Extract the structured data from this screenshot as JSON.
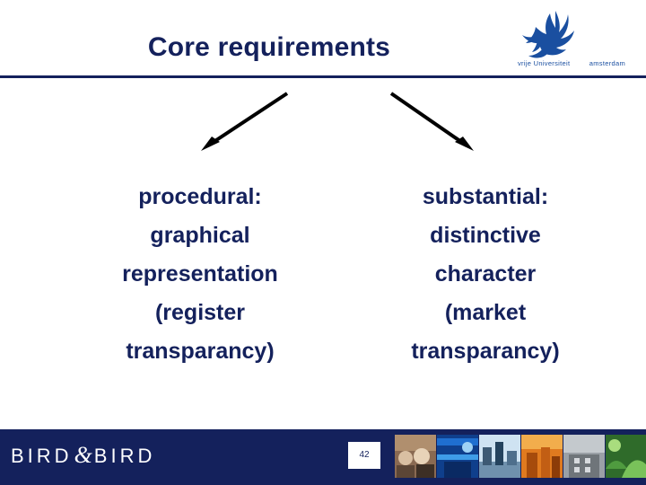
{
  "slide": {
    "title": "Core requirements",
    "columns": [
      {
        "name": "procedural",
        "lines": [
          "procedural:",
          "graphical",
          "representation",
          "(register",
          "transparancy)"
        ]
      },
      {
        "name": "substantial",
        "lines": [
          "substantial:",
          "distinctive",
          "character",
          "(market",
          "transparancy)"
        ]
      }
    ],
    "arrows": [
      {
        "name": "arrow-to-procedural",
        "direction": "down-left"
      },
      {
        "name": "arrow-to-substantial",
        "direction": "down-right"
      }
    ]
  },
  "logo": {
    "vu": {
      "line_left": "vrije Universiteit",
      "line_right": "amsterdam"
    },
    "bird": {
      "left": "BIRD",
      "amp": "&",
      "right": "BIRD"
    }
  },
  "footer": {
    "page_number": "42",
    "thumbnails": [
      {
        "name": "thumbnail-people"
      },
      {
        "name": "thumbnail-blue-abstract"
      },
      {
        "name": "thumbnail-skyline"
      },
      {
        "name": "thumbnail-orange-cityscape"
      },
      {
        "name": "thumbnail-grey-building"
      },
      {
        "name": "thumbnail-green-leaves"
      }
    ]
  },
  "colors": {
    "navy": "#14215c",
    "white": "#ffffff",
    "vu_blue": "#1a4fa0"
  }
}
